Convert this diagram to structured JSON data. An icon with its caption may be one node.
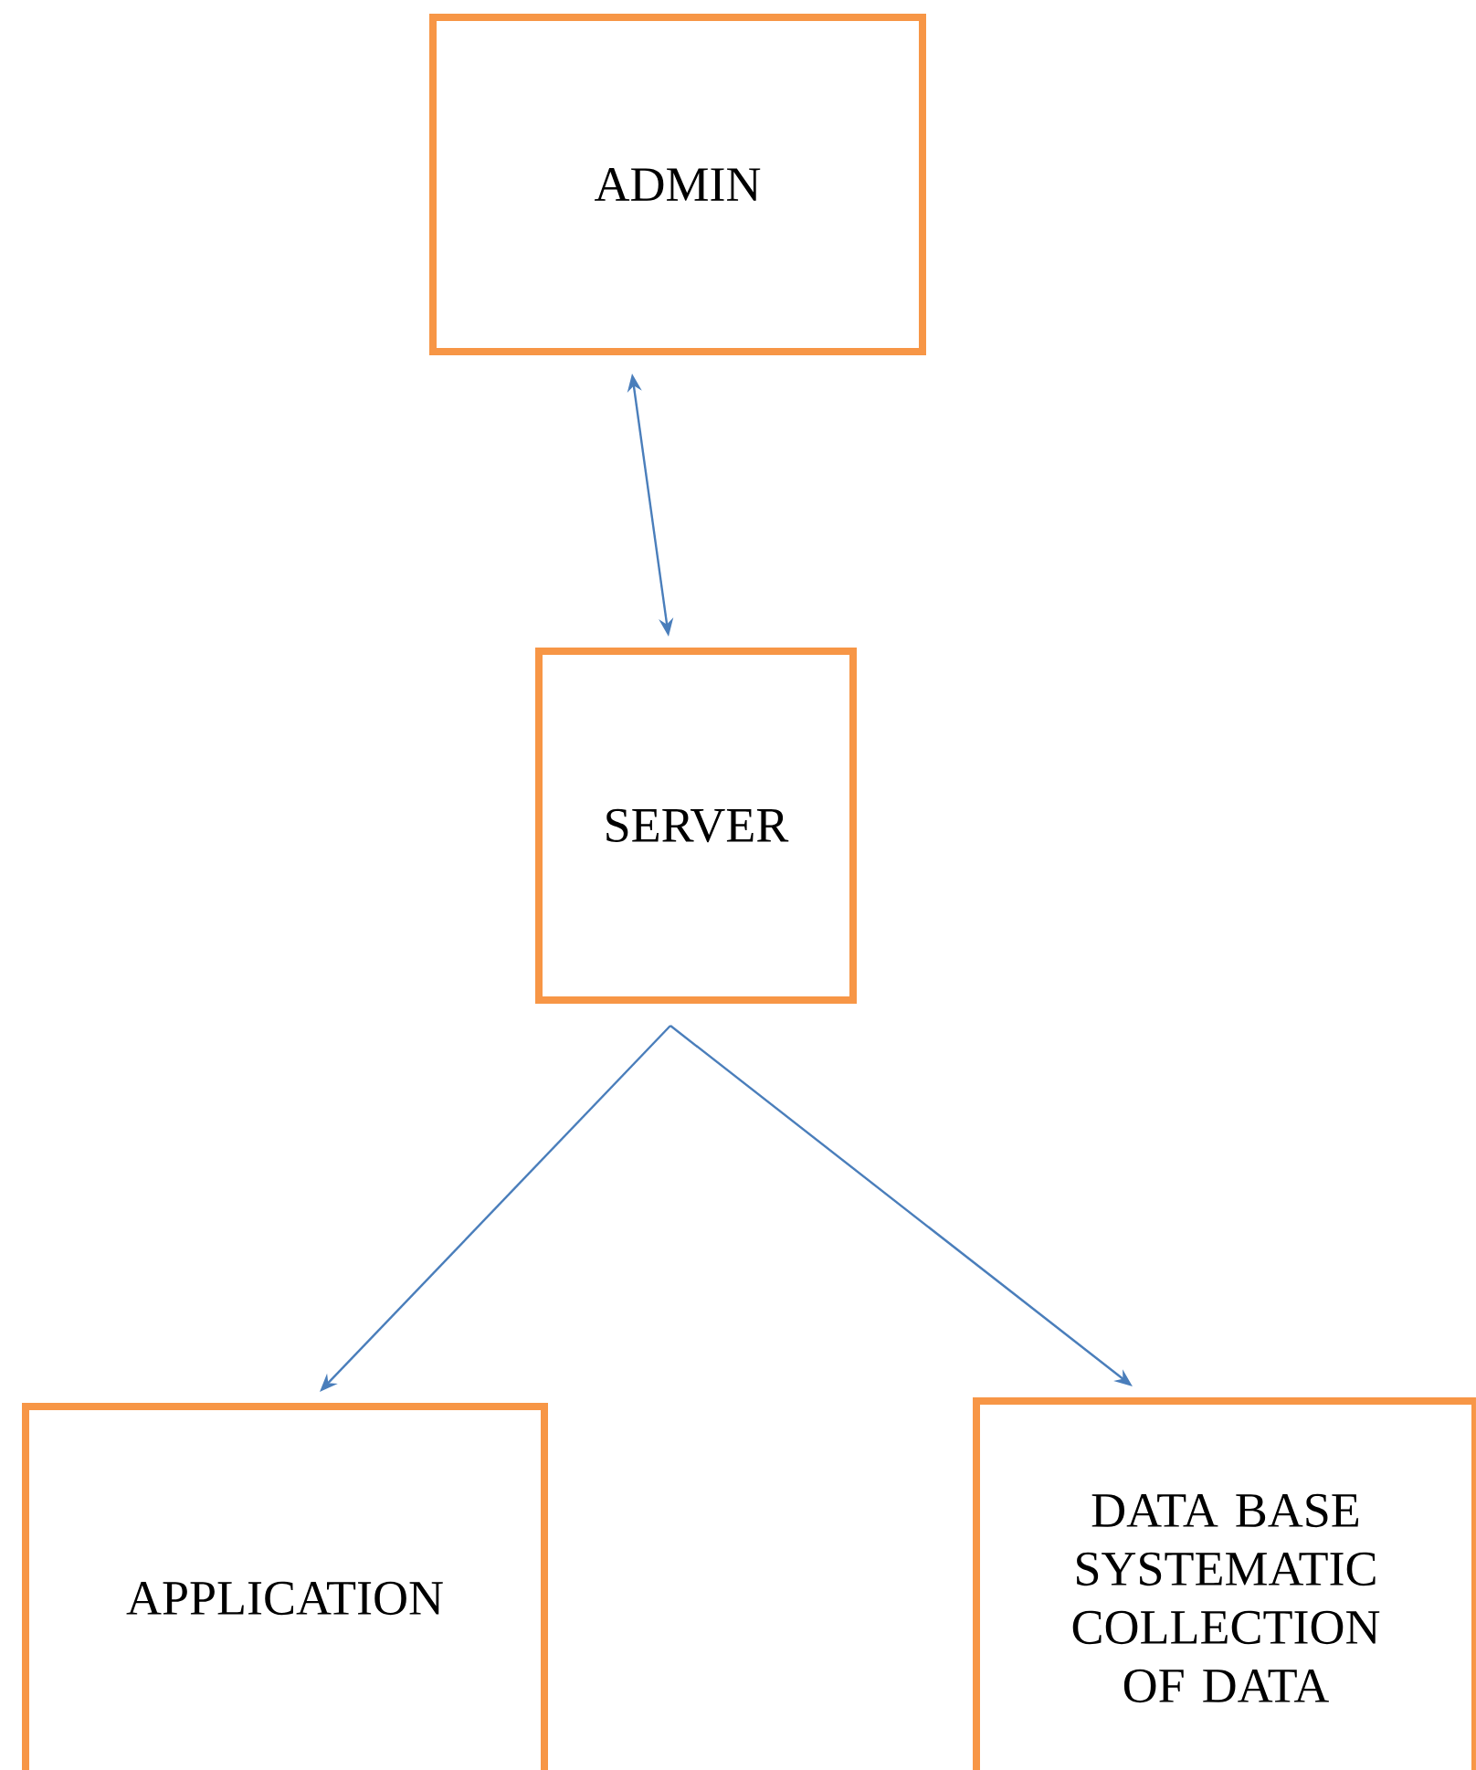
{
  "diagram": {
    "nodes": [
      {
        "text": [
          "ADMIN"
        ]
      },
      {
        "text": [
          "SERVER"
        ]
      },
      {
        "text": [
          "APPLICATION"
        ]
      },
      {
        "text": [
          "DATA BASE SYSTEMATIC COLLECTION OF DATA"
        ]
      }
    ],
    "edges": [
      {
        "from": 0,
        "to": 1,
        "arrow": "both"
      },
      {
        "from": 1,
        "to": 2,
        "arrow": "to"
      },
      {
        "from": 1,
        "to": 3,
        "arrow": "to"
      }
    ]
  }
}
